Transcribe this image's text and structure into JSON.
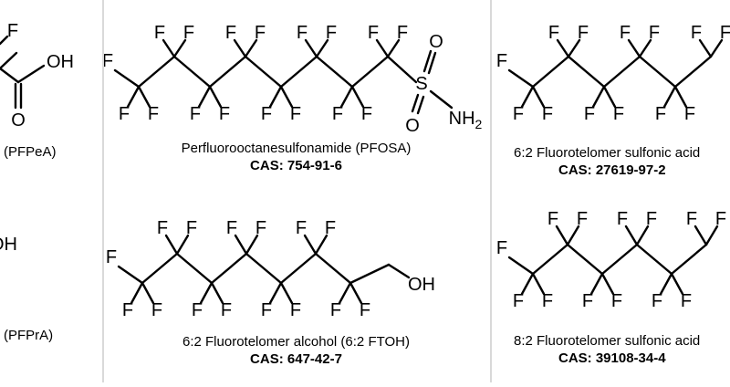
{
  "atoms": {
    "fluorine": "F",
    "oxygen": "O",
    "hydroxyl": "OH",
    "amine": "NH",
    "amine_subscript": "2",
    "sulfur": "S"
  },
  "panels": {
    "pfpea": {
      "caption": "(PFPeA)"
    },
    "pfosa": {
      "name": "Perfluorooctanesulfonamide (PFOSA)",
      "cas": "CAS: 754-91-6"
    },
    "ftsa62": {
      "name": "6:2 Fluorotelomer sulfonic acid",
      "cas": "CAS: 27619-97-2"
    },
    "pfpra": {
      "caption": "(PFPrA)"
    },
    "ftoh62": {
      "name": "6:2 Fluorotelomer alcohol (6:2 FTOH)",
      "cas": "CAS: 647-42-7"
    },
    "ftsa82": {
      "name": "8:2 Fluorotelomer sulfonic acid",
      "cas": "CAS: 39108-34-4"
    }
  }
}
